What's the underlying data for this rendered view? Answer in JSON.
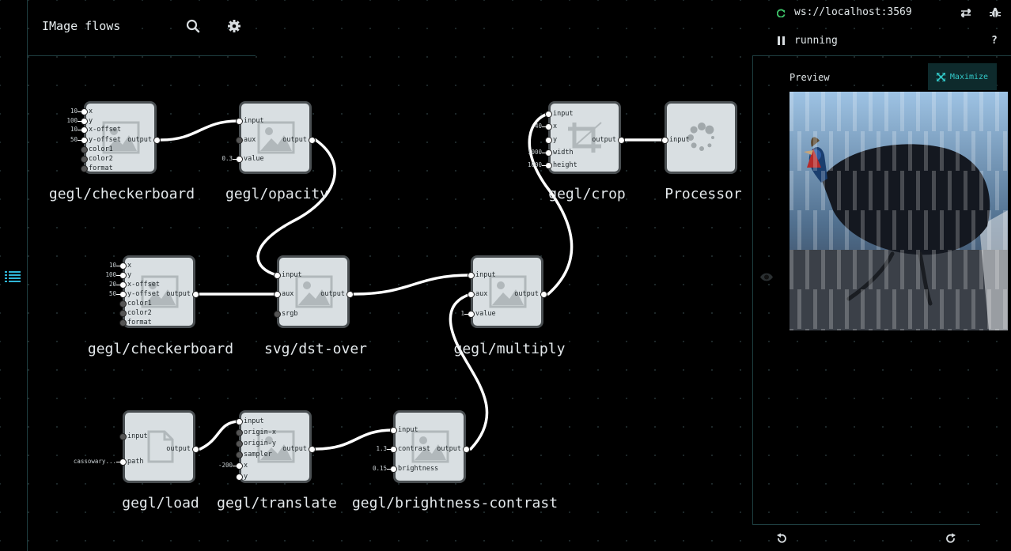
{
  "graph": {
    "title": "IMage flows"
  },
  "toolbar": {
    "search_icon": "search-icon",
    "settings_icon": "gear-icon"
  },
  "runtime": {
    "address": "ws://localhost:3569",
    "status": "running",
    "help": "?"
  },
  "preview": {
    "title": "Preview",
    "maximize_label": "Maximize"
  },
  "nodes": {
    "cb1": {
      "label": "gegl/checkerboard",
      "ports_in": [
        "x",
        "y",
        "x-offset",
        "y-offset",
        "color1",
        "color2",
        "format"
      ],
      "port_out": "output",
      "iips": [
        "10",
        "100",
        "10",
        "50"
      ]
    },
    "opacity": {
      "label": "gegl/opacity",
      "ports_in": [
        "input",
        "aux",
        "value"
      ],
      "port_out": "output",
      "iips": [
        "0.3"
      ]
    },
    "crop": {
      "label": "gegl/crop",
      "ports_in": [
        "input",
        "x",
        "y",
        "width",
        "height"
      ],
      "port_out": "output",
      "iips": [
        "40",
        "",
        "1000",
        "1000"
      ]
    },
    "processor": {
      "label": "Processor",
      "ports_in": [
        "input"
      ]
    },
    "cb2": {
      "label": "gegl/checkerboard",
      "ports_in": [
        "x",
        "y",
        "x-offset",
        "y-offset",
        "color1",
        "color2",
        "format"
      ],
      "port_out": "output",
      "iips": [
        "10",
        "100",
        "20",
        "50"
      ]
    },
    "dstover": {
      "label": "svg/dst-over",
      "ports_in": [
        "input",
        "aux",
        "srgb"
      ],
      "port_out": "output"
    },
    "multiply": {
      "label": "gegl/multiply",
      "ports_in": [
        "input",
        "aux",
        "value"
      ],
      "port_out": "output",
      "iips": [
        "1"
      ]
    },
    "load": {
      "label": "gegl/load",
      "ports_in": [
        "input",
        "path"
      ],
      "port_out": "output",
      "iips": [
        "cassowary..."
      ]
    },
    "translate": {
      "label": "gegl/translate",
      "ports_in": [
        "input",
        "origin-x",
        "origin-y",
        "sampler",
        "x",
        "y"
      ],
      "port_out": "output",
      "iips": [
        "-200"
      ]
    },
    "bc": {
      "label": "gegl/brightness-contrast",
      "ports_in": [
        "input",
        "contrast",
        "brightness"
      ],
      "port_out": "output",
      "iips": [
        "1.3",
        "0.15"
      ]
    }
  }
}
